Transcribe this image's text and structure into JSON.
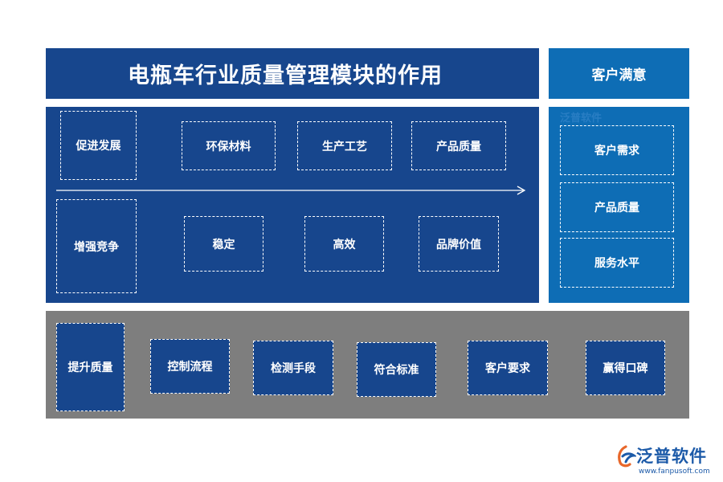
{
  "header": {
    "title": "电瓶车行业质量管理模块的作用",
    "satisfaction": "客户满意"
  },
  "main": {
    "promote": "促进发展",
    "compete": "增强竞争",
    "top_items": [
      "环保材料",
      "生产工艺",
      "产品质量"
    ],
    "bottom_items": [
      "稳定",
      "高效",
      "品牌价值"
    ]
  },
  "right": {
    "watermark": "泛普软件",
    "items": [
      "客户需求",
      "产品质量",
      "服务水平"
    ]
  },
  "bottom": {
    "lead": "提升质量",
    "items": [
      "控制流程",
      "检测手段",
      "符合标准",
      "客户要求",
      "赢得口碑"
    ]
  },
  "logo": {
    "name": "泛普软件",
    "url": "www.fanpusoft.com"
  },
  "colors": {
    "navy": "#17468d",
    "blue": "#0e6db5",
    "gray": "#7e7e7e"
  }
}
